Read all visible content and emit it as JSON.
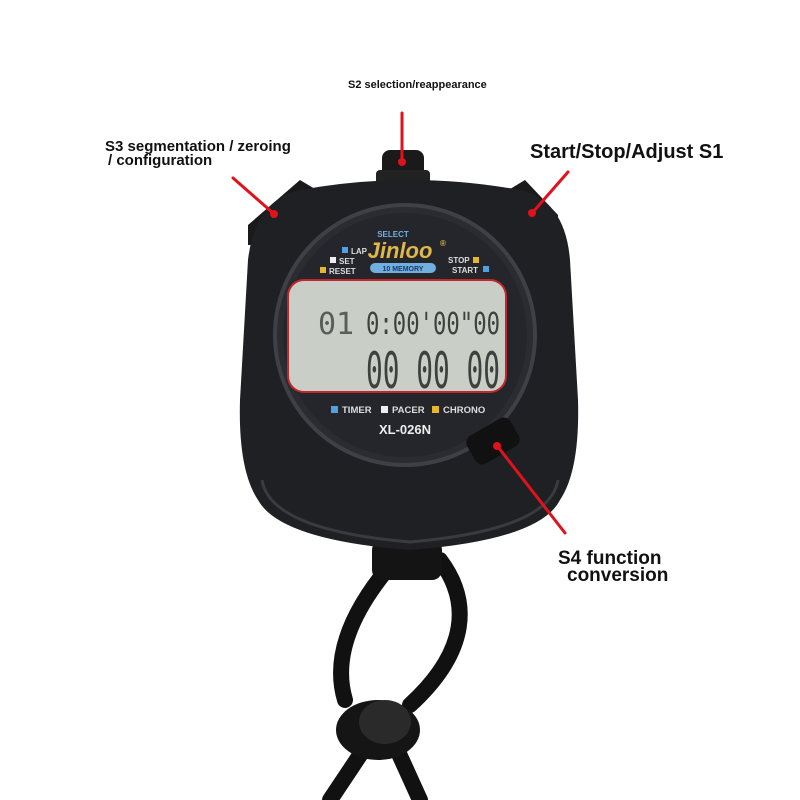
{
  "annotations": {
    "s2": "S2 selection/reappearance",
    "s3_line1": "S3 segmentation / zeroing",
    "s3_line2": "/ configuration",
    "s1": "Start/Stop/Adjust S1",
    "s4_line1": "S4 function",
    "s4_line2": "conversion"
  },
  "face": {
    "select": "SELECT",
    "brand": "Jinloo",
    "registered": "®",
    "memory": "10 MEMORY",
    "left_labels": [
      "LAP",
      "SET",
      "RESET"
    ],
    "right_labels": [
      "STOP",
      "START"
    ],
    "modes": [
      "TIMER",
      "PACER",
      "CHRONO"
    ],
    "model": "XL-026N"
  },
  "display": {
    "line1_prefix": "01",
    "line1": "0:00'00\"00",
    "line2": "00 00 00"
  },
  "colors": {
    "arrow": "#e0121c",
    "body": "#1c1d20",
    "lcd": "#c9cfc6",
    "lcd_border": "#c0262b",
    "blue": "#4da3e0",
    "yellow": "#e6b62e"
  }
}
